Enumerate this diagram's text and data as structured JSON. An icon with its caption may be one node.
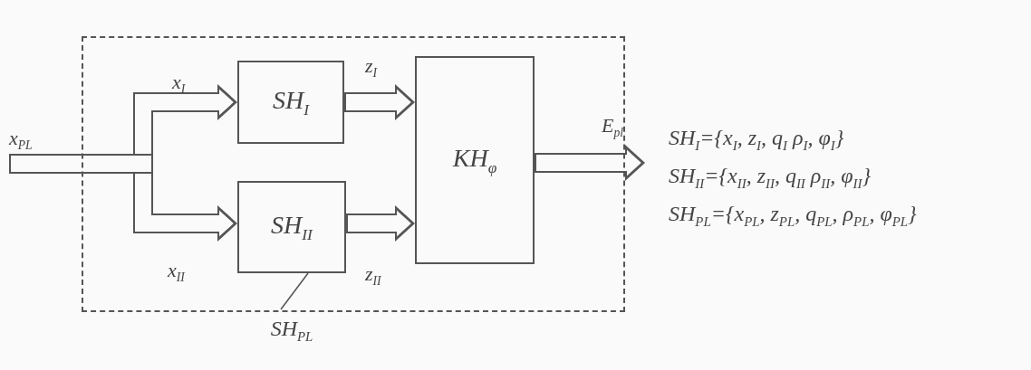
{
  "diagram": {
    "nodes": [
      {
        "text": [],
        "shape": "box"
      },
      {
        "text": [
          "SH$_{I}$"
        ],
        "in": 0
      },
      {
        "text": [
          "SH$_{II}$"
        ],
        "in": 0
      },
      {
        "text": [
          "KH$_{φ}$"
        ],
        "in": 0
      },
      {
        "text": [
          "SH$_{PL}$"
        ]
      },
      {
        "text": [
          "x$_{PL}$"
        ]
      }
    ],
    "edges": [
      {
        "from": 5,
        "to": 1,
        "arrow": "to",
        "label": "x$_{I}$"
      },
      {
        "from": 5,
        "to": 2,
        "arrow": "to",
        "label": "x$_{II}$"
      },
      {
        "from": 1,
        "to": 3,
        "arrow": "to",
        "label": "z$_{I}$"
      },
      {
        "from": 2,
        "to": 3,
        "arrow": "to",
        "label": "z$_{II}$"
      },
      {
        "from": 3,
        "to": null,
        "arrow": "to",
        "label": "E$_{pl}$"
      },
      {
        "from": 4,
        "to": 2,
        "arrow": "none"
      }
    ],
    "labels": [
      "SH$_{I}$={x$_{I}$, z$_{I}$, q$_{I}$ ρ$_{I}$, φ$_{I}$}",
      "SH$_{II}$={x$_{II}$, z$_{II}$, q$_{II}$ ρ$_{II}$, φ$_{II}$}",
      "SH$_{PL}$={x$_{PL}$, z$_{PL}$, q$_{PL}$, ρ$_{PL}$, φ$_{PL}$}"
    ]
  }
}
